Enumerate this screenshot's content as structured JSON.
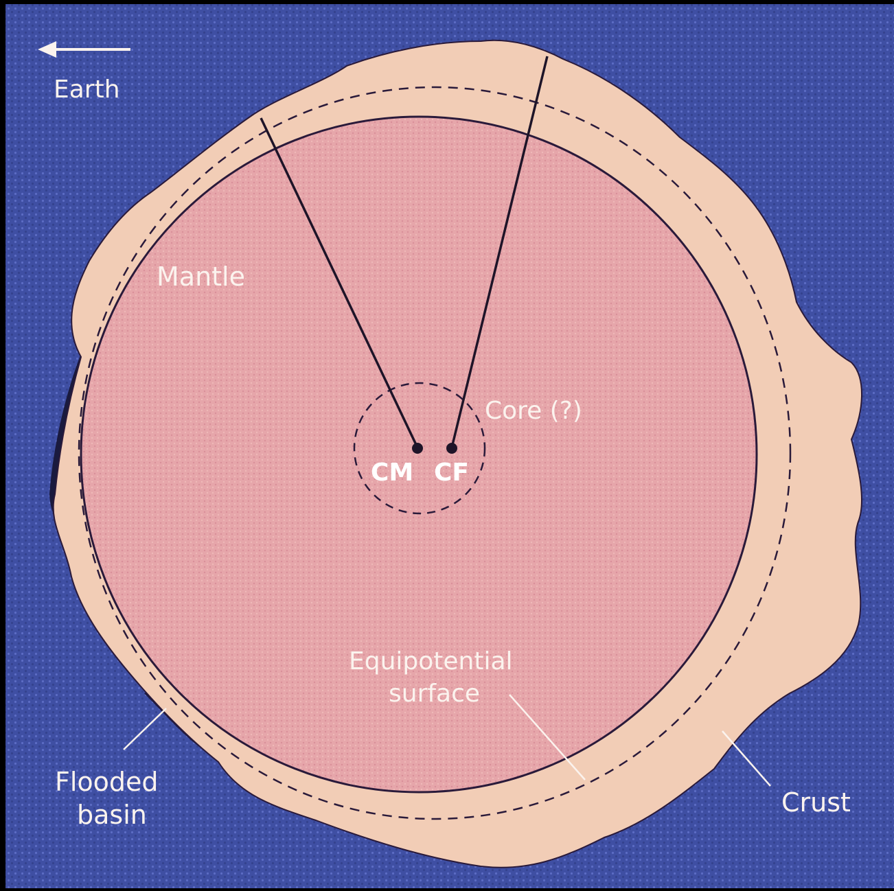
{
  "labels": {
    "earth": "Earth",
    "mantle": "Mantle",
    "core": "Core (?)",
    "cm": "CM",
    "cf": "CF",
    "equipotential_line1": "Equipotential",
    "equipotential_line2": "surface",
    "flooded_line1": "Flooded",
    "flooded_line2": "basin",
    "crust": "Crust"
  },
  "colors": {
    "background": "#3f4fa3",
    "crust": "#f2cdb6",
    "mantle": "#e6a6aa",
    "outline": "#2a1a3a",
    "flooded_basin": "#1a1a3e",
    "label_text": "#fbf3ee"
  }
}
